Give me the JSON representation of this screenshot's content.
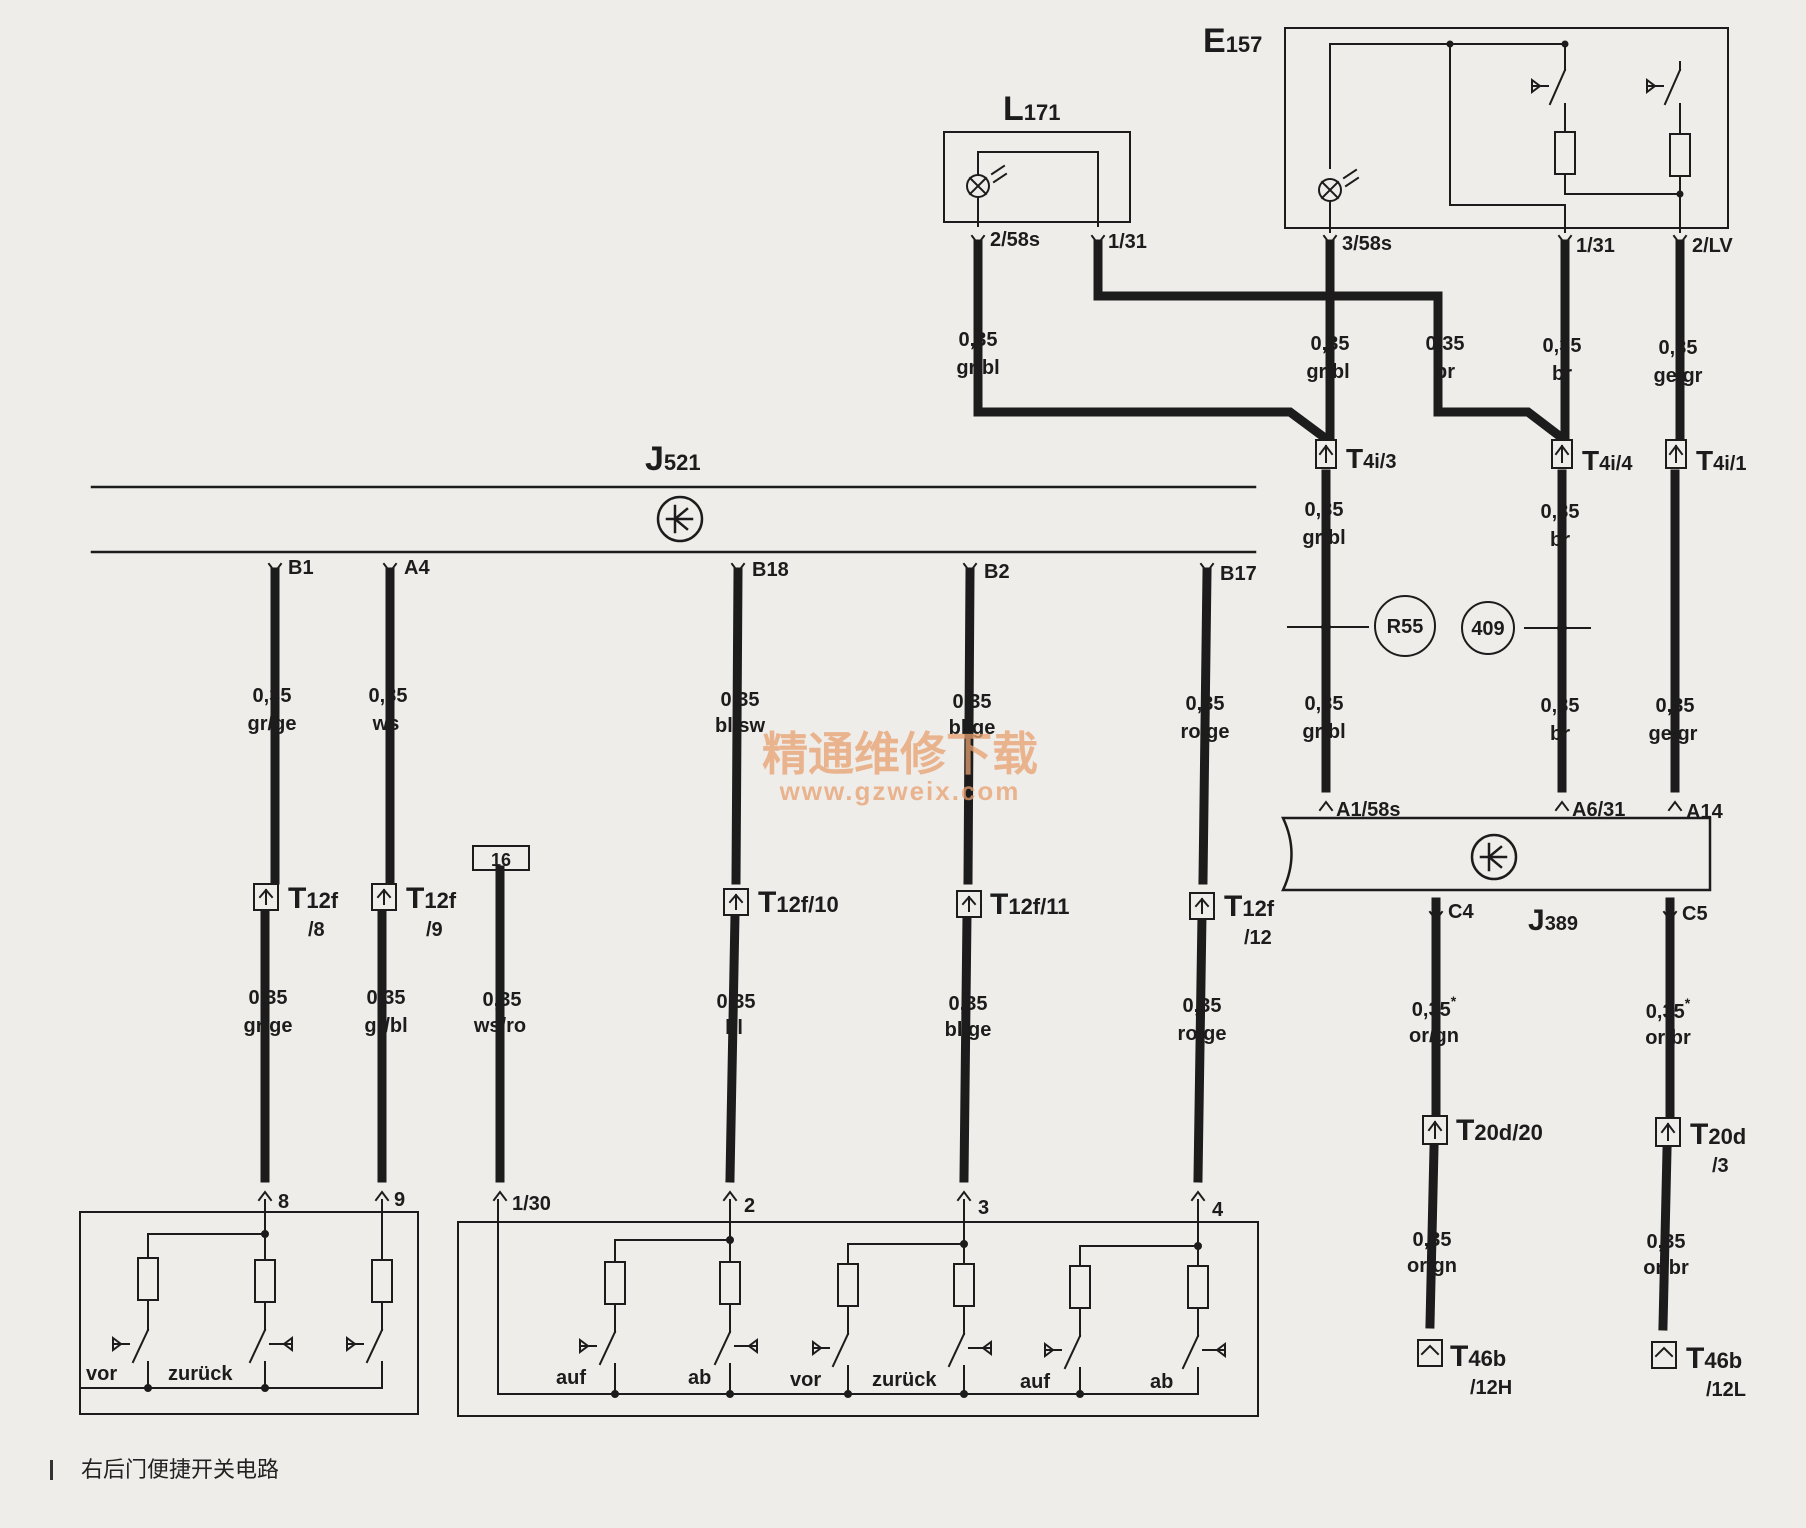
{
  "caption": "右后门便捷开关电路",
  "watermark": {
    "line1": "精通维修下载",
    "line2": "www.gzweix.com"
  },
  "modules": {
    "J521": {
      "main": "J",
      "sub": "521"
    },
    "J389": {
      "main": "J",
      "sub": "389"
    },
    "E157": {
      "main": "E",
      "sub": "157"
    },
    "L171": {
      "main": "L",
      "sub": "171"
    }
  },
  "pins": {
    "L171_1": "2/58s",
    "L171_2": "1/31",
    "E157_1": "3/58s",
    "E157_2": "1/31",
    "E157_3": "2/LV",
    "J521_B1": "B1",
    "J521_A4": "A4",
    "J521_B18": "B18",
    "J521_B2": "B2",
    "J521_B17": "B17",
    "J389_A1": "A1/58s",
    "J389_A6": "A6/31",
    "J389_A14": "A14",
    "J389_C4": "C4",
    "J389_C5": "C5",
    "SW1_8": "8",
    "SW1_9": "9",
    "SW2_130": "1/30",
    "SW2_2": "2",
    "SW2_3": "3",
    "SW2_4": "4"
  },
  "wires": {
    "l171_a": {
      "g": "0,35",
      "c": "gr/bl"
    },
    "e157_a": {
      "g": "0,35",
      "c": "gr/bl"
    },
    "br_up": {
      "g": "0,35",
      "c": "br"
    },
    "e157_b": {
      "g": "0,35",
      "c": "br"
    },
    "e157_c": {
      "g": "0,35",
      "c": "ge/gr"
    },
    "t4i3_b": {
      "g": "0,35",
      "c": "gr/bl"
    },
    "t4i4_b": {
      "g": "0,35",
      "c": "br"
    },
    "r55_b": {
      "g": "0,35",
      "c": "gr/bl"
    },
    "r409_b": {
      "g": "0,35",
      "c": "br"
    },
    "t4i1_b": {
      "g": "0,35",
      "c": "ge/gr"
    },
    "b1_a": {
      "g": "0,35",
      "c": "gr/ge"
    },
    "a4_a": {
      "g": "0,35",
      "c": "ws"
    },
    "b18_a": {
      "g": "0,35",
      "c": "bl/sw"
    },
    "b2_a": {
      "g": "0,35",
      "c": "bl/ge"
    },
    "b17_a": {
      "g": "0,35",
      "c": "ro/ge"
    },
    "b1_b": {
      "g": "0,35",
      "c": "gr/ge"
    },
    "a4_b": {
      "g": "0,35",
      "c": "gr/bl"
    },
    "w16": {
      "g": "0,35",
      "c": "ws/ro"
    },
    "b18_b": {
      "g": "0,35",
      "c": "bl"
    },
    "b2_b": {
      "g": "0,35",
      "c": "bl/ge"
    },
    "b17_b": {
      "g": "0,35",
      "c": "ro/ge"
    },
    "c4_a": {
      "g": "0,35",
      "c": "or/gn",
      "mark": "*"
    },
    "c5_a": {
      "g": "0,35",
      "c": "or/br",
      "mark": "*"
    },
    "c4_b": {
      "g": "0,35",
      "c": "or/gn"
    },
    "c5_b": {
      "g": "0,35",
      "c": "or/br"
    }
  },
  "connectors": {
    "T4i3": {
      "main": "T",
      "sub": "4i/3"
    },
    "T4i4": {
      "main": "T",
      "sub": "4i/4"
    },
    "T4i1": {
      "main": "T",
      "sub": "4i/1"
    },
    "T12f8": {
      "main": "T",
      "sub": "12f",
      "pin": "/8"
    },
    "T12f9": {
      "main": "T",
      "sub": "12f",
      "pin": "/9"
    },
    "T12f10": {
      "main": "T",
      "sub": "12f/10"
    },
    "T12f11": {
      "main": "T",
      "sub": "12f/11"
    },
    "T12f12": {
      "main": "T",
      "sub": "12f",
      "pin": "/12"
    },
    "T20d20": {
      "main": "T",
      "sub": "20d/20"
    },
    "T20d3": {
      "main": "T",
      "sub": "20d",
      "pin": "/3"
    },
    "T46b12H": {
      "main": "T",
      "sub": "46b",
      "pin": "/12H"
    },
    "T46b12L": {
      "main": "T",
      "sub": "46b",
      "pin": "/12L"
    }
  },
  "refs": {
    "R55": "R55",
    "r409": "409",
    "box16": "16"
  },
  "switches": {
    "vor1": "vor",
    "zurueck1": "zurück",
    "auf1": "auf",
    "ab1": "ab",
    "vor2": "vor",
    "zurueck2": "zurück",
    "auf2": "auf",
    "ab2": "ab"
  },
  "colors": {
    "ink": "#1c1c1c",
    "paper": "#efedea",
    "watermark": "#e8a070"
  }
}
